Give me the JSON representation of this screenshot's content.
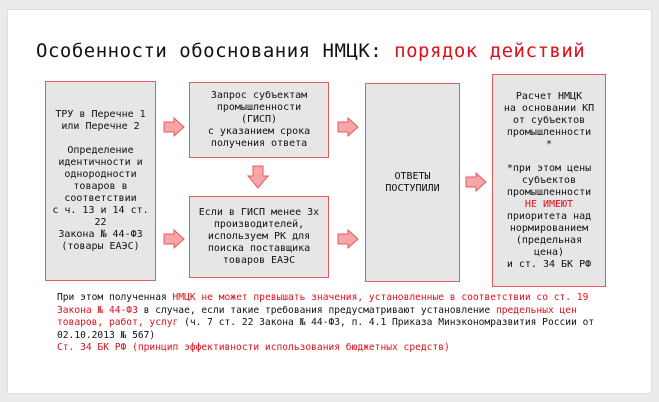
{
  "title": {
    "main": "Особенности обоснования НМЦК: ",
    "accent": "порядок действий"
  },
  "box_left": {
    "line1": "ТРУ в Перечне 1",
    "line2": "или Перечне 2",
    "line3": "Определение",
    "line4": "идентичности и",
    "line5": "однородности",
    "line6": "товаров в",
    "line7": "соответствии",
    "line8": "с ч. 13 и 14 ст. 22",
    "line9": "Закона № 44-ФЗ",
    "line10": "(товары ЕАЭС)"
  },
  "box_top_middle": {
    "line1": "Запрос субъектам",
    "line2": "промышленности",
    "line3": "(ГИСП)",
    "line4": "с указанием срока",
    "line5": "получения ответа"
  },
  "box_bottom_middle": {
    "line1": "Если в ГИСП менее 3х",
    "line2": "производителей,",
    "line3": "используем РК для",
    "line4": "поиска поставщика",
    "line5": "товаров ЕАЭС"
  },
  "box_responses": {
    "line1": "ОТВЕТЫ",
    "line2": "ПОСТУПИЛИ"
  },
  "box_right": {
    "line1": "Расчет НМЦК",
    "line2": "на основании КП",
    "line3": "от субъектов",
    "line4": "промышленности",
    "line5": "*",
    "line6": "*при этом цены",
    "line7": "субъектов",
    "line8": "промышленности",
    "line9": "НЕ ИМЕЮТ",
    "line10": "приоритета над",
    "line11": "нормированием",
    "line12": "(предельная",
    "line13": "цена)",
    "line14": "и ст. 34 БК РФ"
  },
  "note": {
    "p1": "При этом полученная ",
    "r1": "НМЦК не может превышать значения, установленные в соответствии со ст. 19 Закона № 44-ФЗ",
    "p2": " в случае, если такие требования предусматривают установление ",
    "r2": "предельных цен товаров, работ, услуг",
    "p3": " (ч. 7 ст. 22 Закона № 44-ФЗ, п. 4.1 Приказа Минэкономразвития России от 02.10.2013 № 567)"
  },
  "note2": "Ст. 34 БК РФ (принцип эффективности использования бюджетных средств)",
  "colors": {
    "accent": "#e0101a",
    "box_fill": "#e6e6e6",
    "box_border": "#e55a5f",
    "arrow_fill": "#f7a5a8",
    "arrow_stroke": "#e55a5f"
  }
}
